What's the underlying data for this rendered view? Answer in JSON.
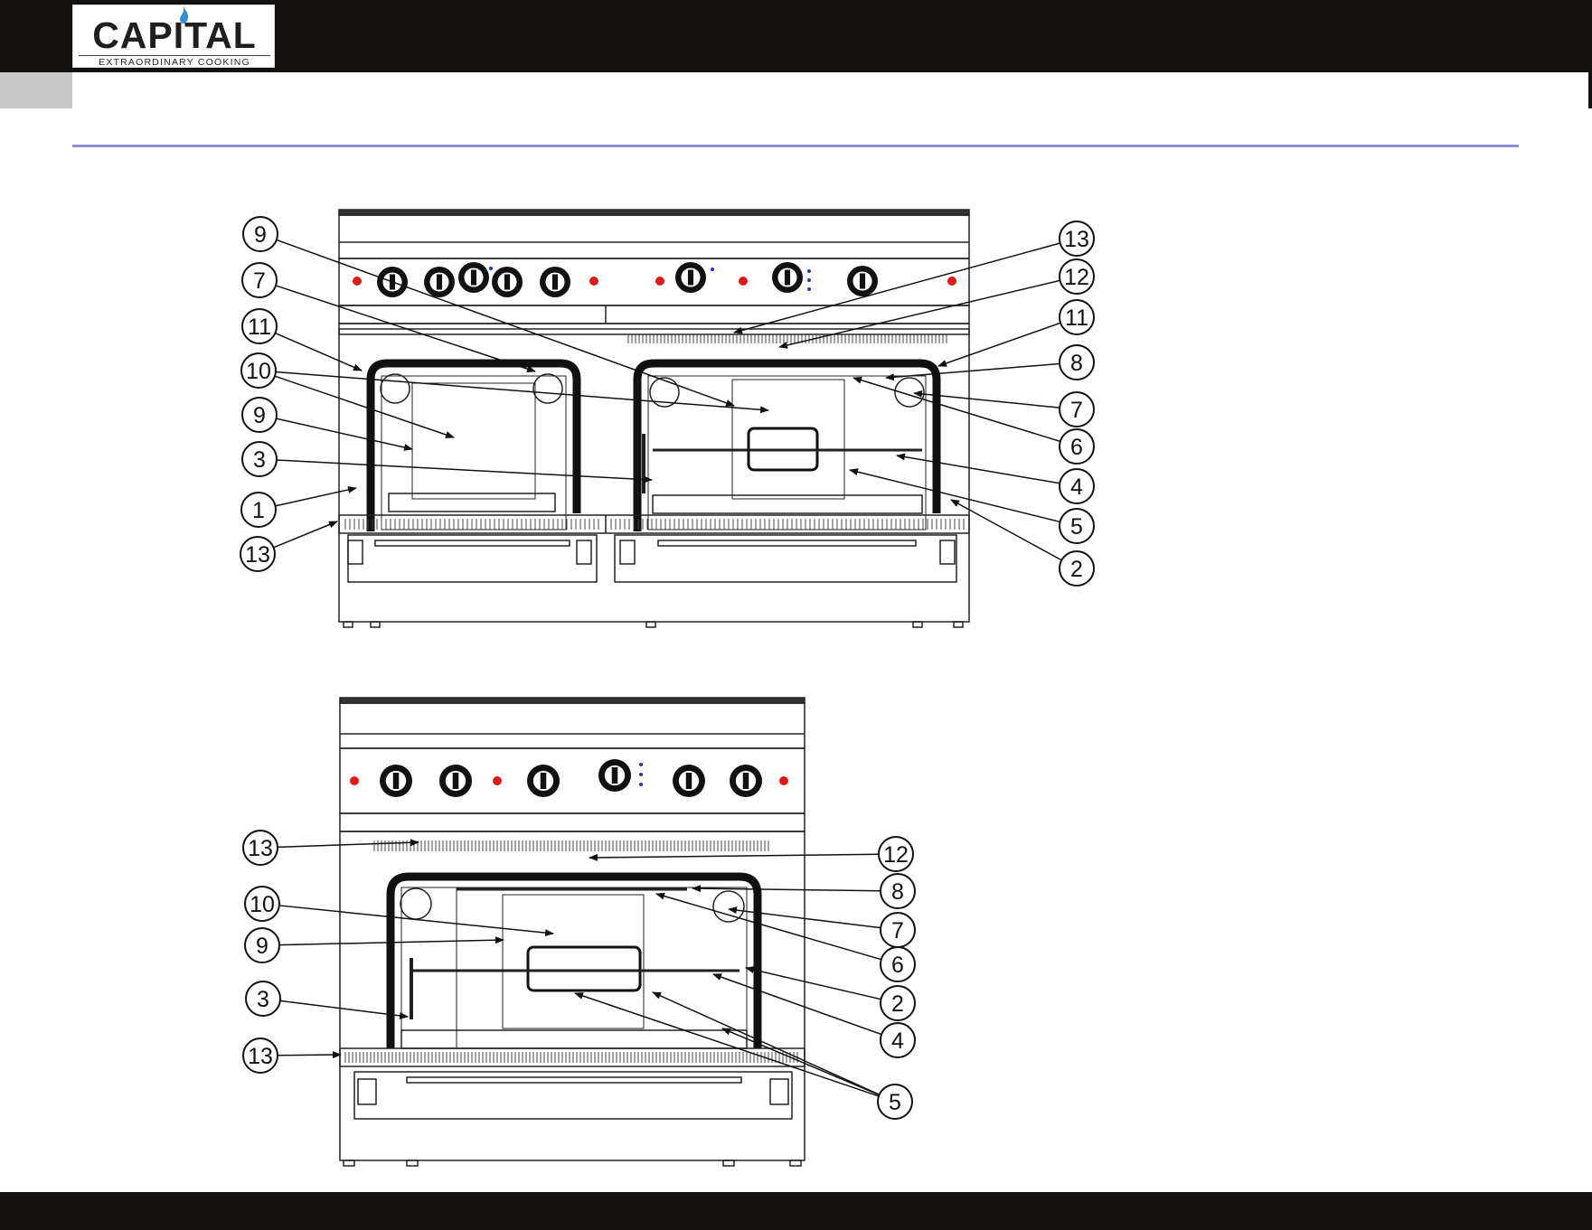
{
  "brand": {
    "name": "CAPITAL",
    "tagline": "EXTRAORDINARY COOKING",
    "flame_color": "#2f8fd8"
  },
  "colors": {
    "header_bar": "#141210",
    "accent_rule": "#8f8cd3",
    "knob_indicator": "#e01818",
    "knob_marker": "#2233cc"
  },
  "diagram_top": {
    "description_visible": false,
    "callouts_left": [
      "9",
      "7",
      "11",
      "10",
      "9",
      "3",
      "1",
      "13"
    ],
    "callouts_right": [
      "13",
      "12",
      "11",
      "8",
      "7",
      "6",
      "4",
      "5",
      "2"
    ]
  },
  "diagram_bottom": {
    "callouts_left": [
      "13",
      "10",
      "9",
      "3",
      "13"
    ],
    "callouts_right": [
      "12",
      "8",
      "7",
      "6",
      "2",
      "4",
      "5"
    ]
  }
}
